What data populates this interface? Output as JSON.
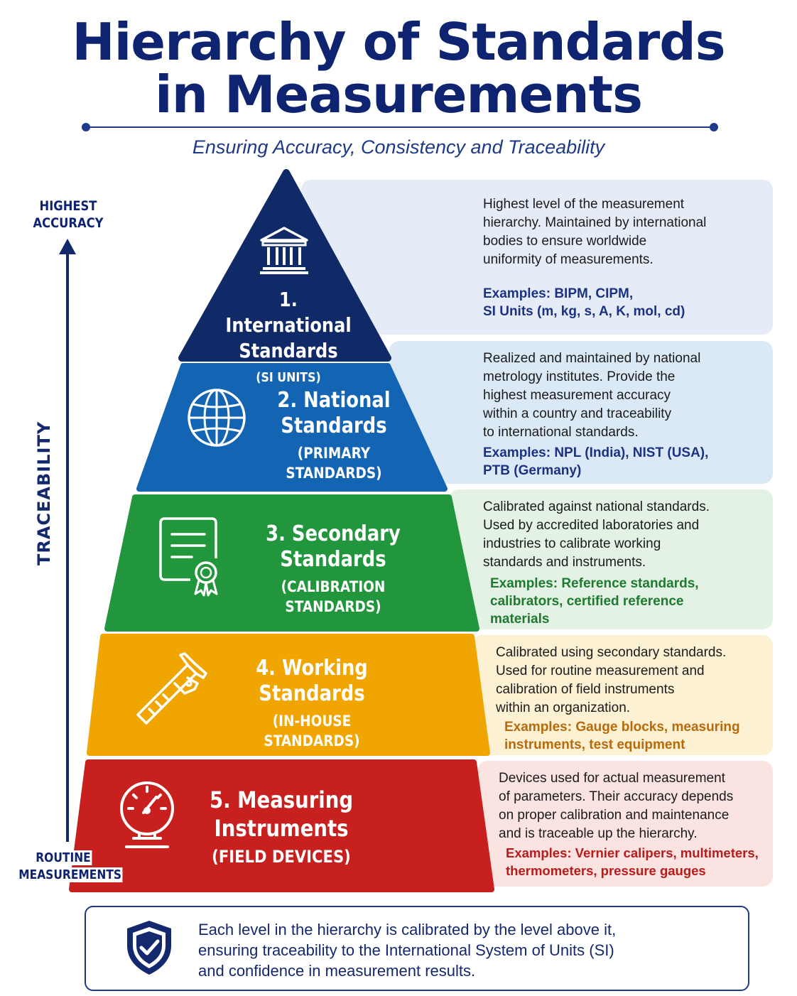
{
  "title_line1": "Hierarchy of Standards",
  "title_line2": "in Measurements",
  "subtitle": "Ensuring Accuracy, Consistency and Traceability",
  "axis": {
    "top_label_line1": "HIGHEST",
    "top_label_line2": "ACCURACY",
    "bottom_label_line1": "ROUTINE",
    "bottom_label_line2": "MEASUREMENTS",
    "side_label": "TRACEABILITY"
  },
  "colors": {
    "navy": "#0f2a66",
    "blue": "#1464b4",
    "green": "#22963c",
    "yellow": "#f0a500",
    "red": "#c8201e"
  },
  "levels": [
    {
      "name_line1": "1. International",
      "name_line2": "Standards",
      "sub": "(SI UNITS)",
      "icon": "institution-icon",
      "desc": [
        "Highest level of the measurement",
        "hierarchy. Maintained by international",
        "bodies to ensure worldwide",
        "uniformity of measurements."
      ],
      "examples": [
        "Examples: BIPM, CIPM,",
        "SI Units (m, kg, s, A, K, mol, cd)"
      ]
    },
    {
      "name_line1": "2. National",
      "name_line2": "Standards",
      "sub": "(PRIMARY STANDARDS)",
      "icon": "globe-icon",
      "desc": [
        "Realized and maintained by national",
        "metrology institutes. Provide the",
        "highest measurement accuracy",
        "within a country and traceability",
        "to international standards."
      ],
      "examples": [
        "Examples: NPL (India), NIST (USA),",
        "PTB (Germany)"
      ]
    },
    {
      "name_line1": "3. Secondary",
      "name_line2": "Standards",
      "sub": "(CALIBRATION STANDARDS)",
      "icon": "certificate-icon",
      "desc": [
        "Calibrated against national standards.",
        "Used by accredited laboratories and",
        "industries to calibrate working",
        "standards and instruments."
      ],
      "examples": [
        "Examples: Reference standards,",
        "calibrators, certified reference",
        "materials"
      ]
    },
    {
      "name_line1": "4. Working",
      "name_line2": "Standards",
      "sub": "(IN-HOUSE STANDARDS)",
      "icon": "caliper-icon",
      "desc": [
        "Calibrated using secondary standards.",
        "Used for routine measurement and",
        "calibration of field instruments",
        "within an organization."
      ],
      "examples": [
        "Examples: Gauge blocks, measuring",
        "instruments, test equipment"
      ]
    },
    {
      "name_line1": "5. Measuring",
      "name_line2": "Instruments",
      "sub": "(FIELD DEVICES)",
      "icon": "gauge-icon",
      "desc": [
        "Devices used for actual measurement",
        "of parameters. Their accuracy depends",
        "on proper calibration and maintenance",
        "and is traceable up the hierarchy."
      ],
      "examples": [
        "Examples: Vernier calipers, multimeters,",
        "thermometers, pressure gauges"
      ]
    }
  ],
  "footer": {
    "icon": "shield-check-icon",
    "lines": [
      "Each level in the hierarchy is calibrated by the level above it,",
      "ensuring traceability to the International System of Units (SI)",
      "and confidence in measurement results."
    ]
  }
}
